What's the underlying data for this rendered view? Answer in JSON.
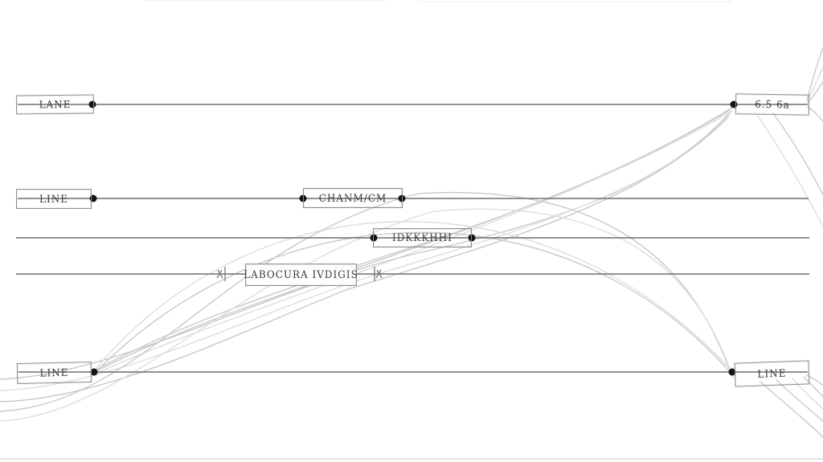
{
  "colors": {
    "background": "#ffffff",
    "track": "#6e6e6e",
    "curve": "#c9c9c9",
    "curve_light": "#dedede",
    "box_border": "#8f8f8f",
    "dot": "#141414",
    "text": "#3b3b3b",
    "edge_line": "#d4d4d4",
    "tick": "#777777"
  },
  "diagram": {
    "boxes": [
      {
        "id": "top-left",
        "label": "LANE"
      },
      {
        "id": "top-right",
        "label": "6.5 6a"
      },
      {
        "id": "mid-left",
        "label": "LINE"
      },
      {
        "id": "channel",
        "label": "CHANM/CM"
      },
      {
        "id": "segment",
        "label": "IDKKKHHI"
      },
      {
        "id": "block",
        "label": "LABOCURA IVDIGIS"
      },
      {
        "id": "bottom-left",
        "label": "LINE"
      },
      {
        "id": "bottom-right",
        "label": "LINE"
      }
    ]
  }
}
